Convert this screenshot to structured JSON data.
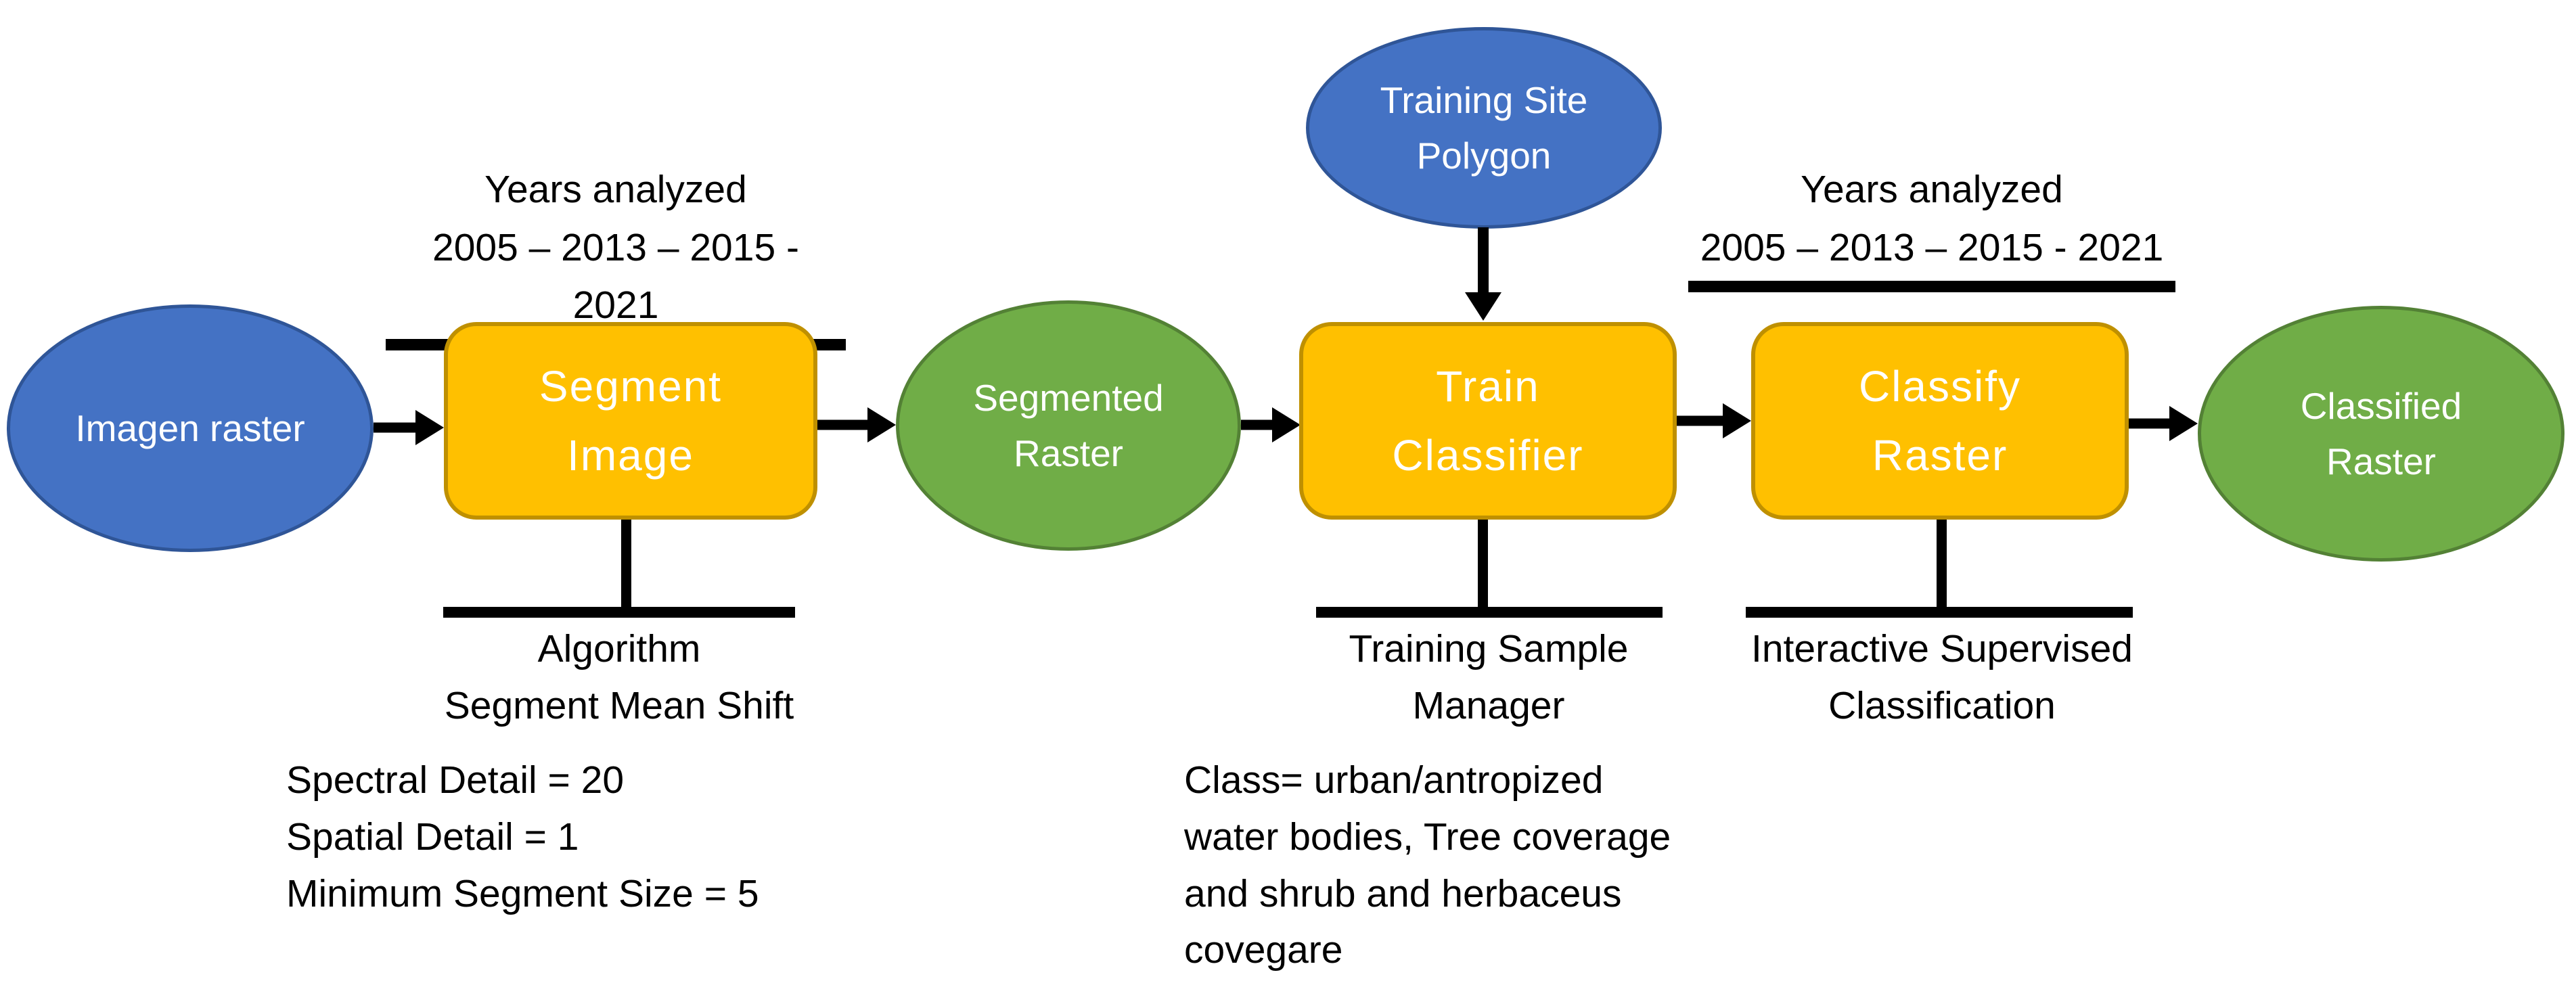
{
  "colors": {
    "input_blue": "#4472C4",
    "blue_border": "#2F5597",
    "process_orange": "#FFC000",
    "orange_border": "#BF9000",
    "output_green": "#70AD47",
    "green_border": "#538135",
    "line_black": "#000000",
    "node_text": "#FFFFFF"
  },
  "nodes": {
    "imagen_raster": {
      "label": "Imagen raster"
    },
    "segment_image": {
      "line1": "Segment",
      "line2": "Image"
    },
    "segmented_raster": {
      "line1": "Segmented",
      "line2": "Raster"
    },
    "training_site_polygon": {
      "line1": "Training Site",
      "line2": "Polygon"
    },
    "train_classifier": {
      "line1": "Train",
      "line2": "Classifier"
    },
    "classify_raster": {
      "line1": "Classify",
      "line2": "Raster"
    },
    "classified_raster": {
      "line1": "Classified",
      "line2": "Raster"
    }
  },
  "annotations": {
    "years_left": {
      "title": "Years analyzed",
      "range": "2005 – 2013 – 2015 - 2021"
    },
    "years_right": {
      "title": "Years analyzed",
      "range": "2005 – 2013 – 2015 - 2021"
    },
    "segment_tool": {
      "line1": "Algorithm",
      "line2": "Segment Mean Shift"
    },
    "segment_params": {
      "line1": "Spectral Detail = 20",
      "line2": "Spatial Detail = 1",
      "line3": "Minimum Segment Size = 5"
    },
    "train_tool": {
      "line1": "Training Sample",
      "line2": "Manager"
    },
    "train_classes": {
      "line1": "Class= urban/antropized",
      "line2": "water bodies, Tree coverage",
      "line3": "and shrub and herbaceus",
      "line4": "covegare"
    },
    "classify_tool": {
      "line1": "Interactive Supervised",
      "line2": "Classification"
    }
  }
}
